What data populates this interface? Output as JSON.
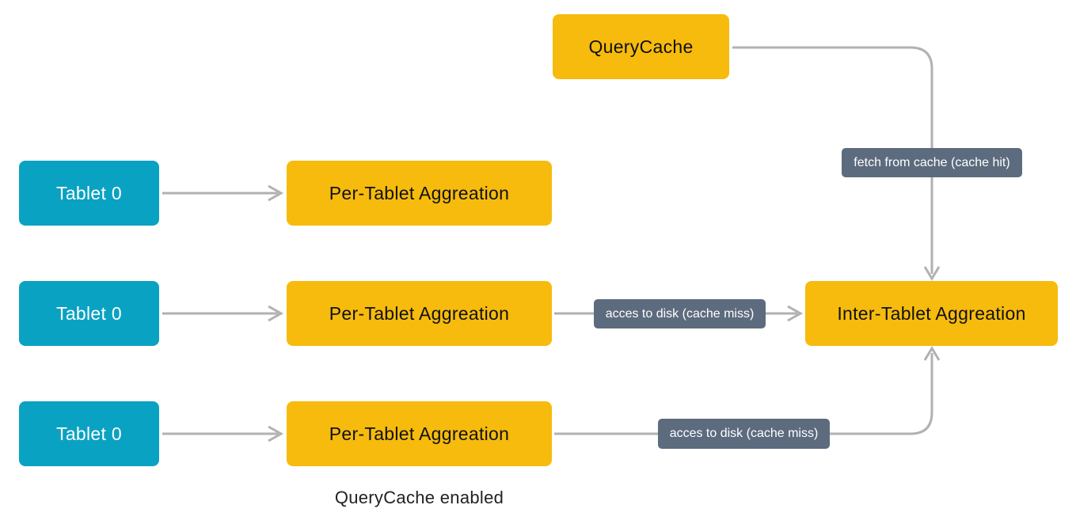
{
  "diagram": {
    "caption": "QueryCache enabled",
    "nodes": {
      "query_cache": "QueryCache",
      "tablet_row1": "Tablet 0",
      "tablet_row2": "Tablet 0",
      "tablet_row3": "Tablet 0",
      "per_tablet_row1": "Per-Tablet Aggreation",
      "per_tablet_row2": "Per-Tablet Aggreation",
      "per_tablet_row3": "Per-Tablet Aggreation",
      "inter_tablet": "Inter-Tablet Aggreation"
    },
    "edges": {
      "cache_hit_label": "fetch from cache (cache hit)",
      "cache_miss_row2_label": "acces to disk (cache miss)",
      "cache_miss_row3_label": "acces to disk (cache miss)"
    },
    "colors": {
      "node_yellow": "#F6BB0D",
      "node_teal": "#0AA2C2",
      "edge_label_slate": "#5D6B7E",
      "arrow_gray": "#B1B1B1",
      "node_text_dark": "#111111",
      "node_text_light": "#FFFFFF"
    }
  }
}
